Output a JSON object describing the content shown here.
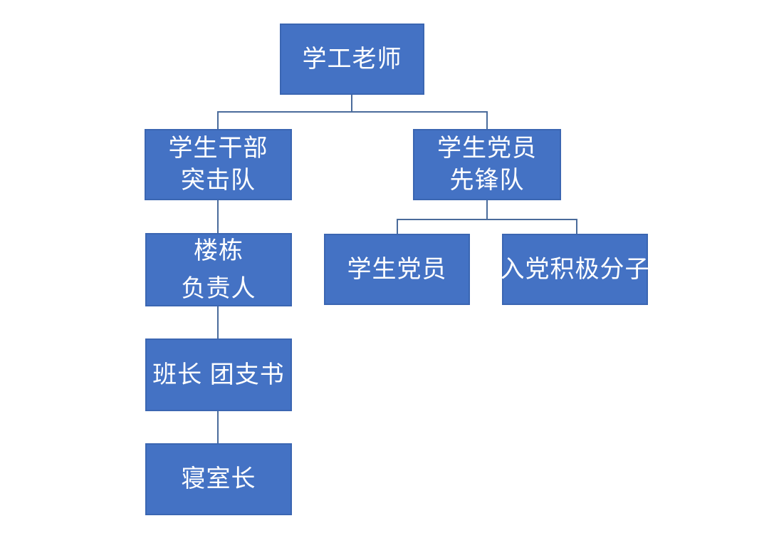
{
  "diagram": {
    "type": "org-chart",
    "colors": {
      "node_fill": "#4472C4",
      "node_border": "#3B66B2",
      "node_text": "#FFFFFF",
      "connector": "#4A6B9B",
      "background": "#FFFFFF"
    },
    "nodes": {
      "root": {
        "label": "学工老师"
      },
      "cadre_team": {
        "line1": "学生干部",
        "line2": "突击队"
      },
      "party_team": {
        "line1": "学生党员",
        "line2": "先锋队"
      },
      "building_lead": {
        "line1": "楼栋",
        "line2": "负责人"
      },
      "class_monitor": {
        "label": "班长 团支书"
      },
      "dorm_leader": {
        "label": "寝室长"
      },
      "party_member": {
        "label": "学生党员"
      },
      "party_activist": {
        "label": "入党积极分子"
      }
    },
    "edges": [
      {
        "from": "学工老师",
        "to": "学生干部突击队"
      },
      {
        "from": "学工老师",
        "to": "学生党员先锋队"
      },
      {
        "from": "学生干部突击队",
        "to": "楼栋负责人"
      },
      {
        "from": "楼栋负责人",
        "to": "班长 团支书"
      },
      {
        "from": "班长 团支书",
        "to": "寝室长"
      },
      {
        "from": "学生党员先锋队",
        "to": "学生党员"
      },
      {
        "from": "学生党员先锋队",
        "to": "入党积极分子"
      }
    ]
  }
}
